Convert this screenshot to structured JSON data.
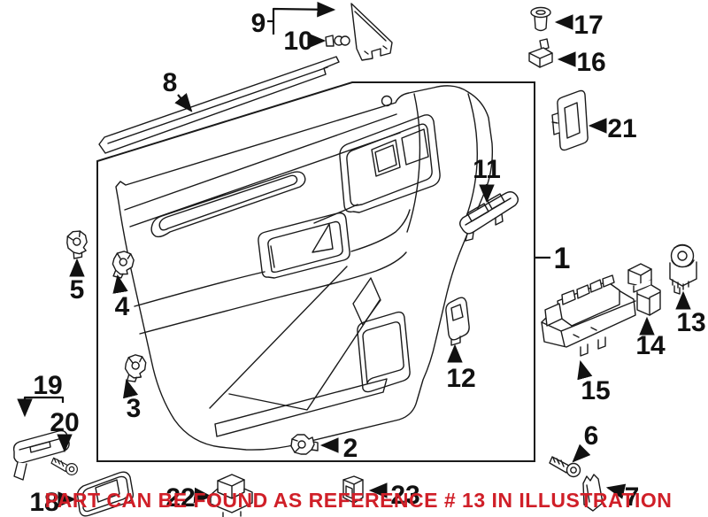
{
  "figure": {
    "note": "PART CAN BE FOUND AS REFERENCE # 13 IN ILLUSTRATION",
    "note_color": "#d01f28",
    "background": "#ffffff",
    "line_color": "#1a1a1a"
  },
  "callouts": [
    {
      "label": "1",
      "part": "front-door-trim-panel-assembly"
    },
    {
      "label": "2",
      "part": "retainer-clip"
    },
    {
      "label": "3",
      "part": "retainer-clip"
    },
    {
      "label": "4",
      "part": "retainer-clip"
    },
    {
      "label": "5",
      "part": "retainer-clip"
    },
    {
      "label": "6",
      "part": "screw"
    },
    {
      "label": "7",
      "part": "screw-cap-cover"
    },
    {
      "label": "8",
      "part": "belt-weatherstrip-molding"
    },
    {
      "label": "9",
      "part": "corner-trim-cover"
    },
    {
      "label": "10",
      "part": "push-pin-retainer"
    },
    {
      "label": "11",
      "part": "window-switch-bezel"
    },
    {
      "label": "12",
      "part": "switch-bezel"
    },
    {
      "label": "13",
      "part": "mirror-switch"
    },
    {
      "label": "14",
      "part": "single-switch"
    },
    {
      "label": "15",
      "part": "master-window-switch-panel"
    },
    {
      "label": "16",
      "part": "clip"
    },
    {
      "label": "17",
      "part": "grommet"
    },
    {
      "label": "18",
      "part": "pull-handle-tray"
    },
    {
      "label": "19",
      "part": "mounting-bracket"
    },
    {
      "label": "20",
      "part": "screw"
    },
    {
      "label": "21",
      "part": "trim-plate"
    },
    {
      "label": "22",
      "part": "switch"
    },
    {
      "label": "23",
      "part": "switch"
    }
  ]
}
